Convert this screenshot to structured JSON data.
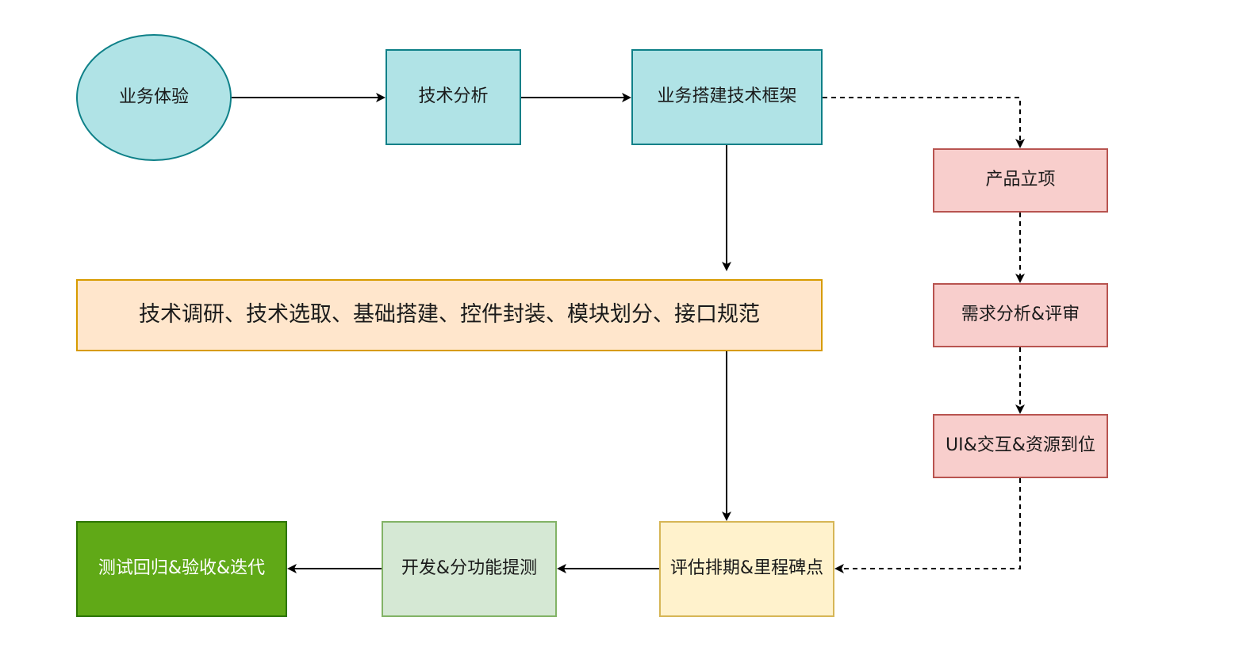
{
  "colors": {
    "teal_fill": "#b0e3e6",
    "teal_stroke": "#0e8088",
    "orange_fill": "#ffe6cc",
    "orange_stroke": "#d79b00",
    "pink_fill": "#f8cecc",
    "pink_stroke": "#b85450",
    "yellow_fill": "#fff2cc",
    "yellow_stroke": "#d6b656",
    "lightgreen_fill": "#d5e8d4",
    "lightgreen_stroke": "#82b366",
    "darkgreen_fill": "#60a917",
    "darkgreen_stroke": "#2d7600",
    "edge": "#000000"
  },
  "nodes": {
    "business_experience": "业务体验",
    "tech_analysis": "技术分析",
    "build_tech_framework": "业务搭建技术框架",
    "tech_research": "技术调研、技术选取、基础搭建、控件封装、模块划分、接口规范",
    "product_initiation": "产品立项",
    "requirement_review": "需求分析&评审",
    "ui_resources": "UI&交互&资源到位",
    "schedule_milestones": "评估排期&里程碑点",
    "dev_testing": "开发&分功能提测",
    "regression_acceptance": "测试回归&验收&迭代"
  },
  "edges": [
    {
      "from": "business_experience",
      "to": "tech_analysis",
      "style": "solid"
    },
    {
      "from": "tech_analysis",
      "to": "build_tech_framework",
      "style": "solid"
    },
    {
      "from": "build_tech_framework",
      "to": "tech_research",
      "style": "solid"
    },
    {
      "from": "build_tech_framework",
      "to": "product_initiation",
      "style": "dashed"
    },
    {
      "from": "product_initiation",
      "to": "requirement_review",
      "style": "dashed"
    },
    {
      "from": "requirement_review",
      "to": "ui_resources",
      "style": "dashed"
    },
    {
      "from": "tech_research",
      "to": "schedule_milestones",
      "style": "solid"
    },
    {
      "from": "ui_resources",
      "to": "schedule_milestones",
      "style": "dashed"
    },
    {
      "from": "schedule_milestones",
      "to": "dev_testing",
      "style": "solid"
    },
    {
      "from": "dev_testing",
      "to": "regression_acceptance",
      "style": "solid"
    }
  ]
}
